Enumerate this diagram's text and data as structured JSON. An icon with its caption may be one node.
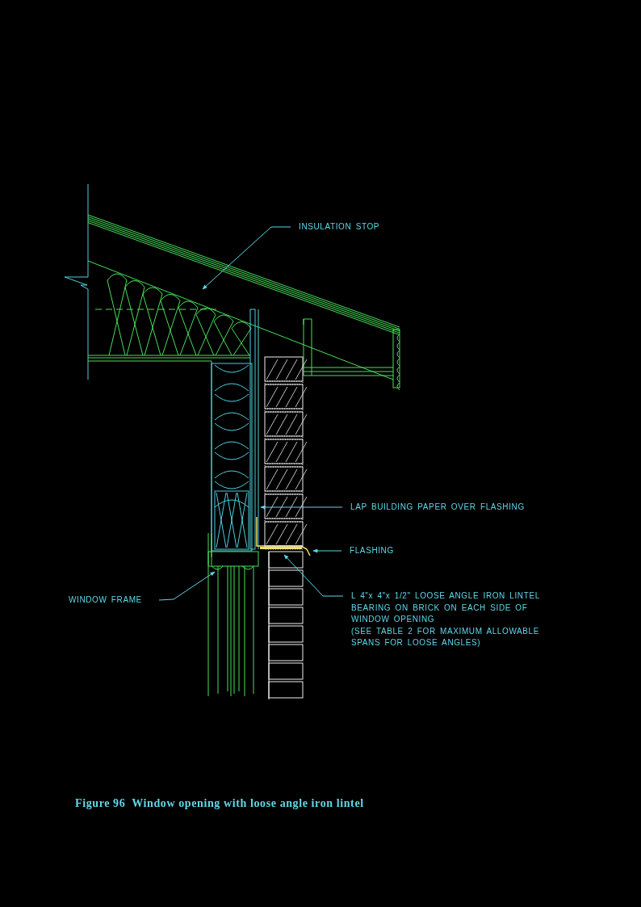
{
  "diagram": {
    "caption": "Figure 96  Window opening with loose angle iron lintel",
    "nodes": [
      {
        "text": [
          "INSULATION STOP"
        ]
      },
      {
        "text": [
          "LAP BUILDING PAPER OVER FLASHING"
        ]
      },
      {
        "text": [
          "FLASHING"
        ]
      },
      {
        "text": [
          "WINDOW FRAME"
        ]
      },
      {
        "text": [
          "L 4\"x 4\"x 1/2\" LOOSE ANGLE IRON LINTEL BEARING ON BRICK ON EACH SIDE OF WINDOW OPENING",
          "(SEE TABLE 2 FOR MAXIMUM ALLOWABLE SPANS FOR LOOSE ANGLES)"
        ]
      }
    ],
    "edges": [
      {
        "from": 0,
        "to": null,
        "arrow": "to"
      },
      {
        "from": 1,
        "to": null,
        "arrow": "to"
      },
      {
        "from": 2,
        "to": null,
        "arrow": "to"
      },
      {
        "from": 3,
        "to": null,
        "arrow": "to"
      },
      {
        "from": 4,
        "to": null,
        "arrow": "to"
      }
    ]
  }
}
